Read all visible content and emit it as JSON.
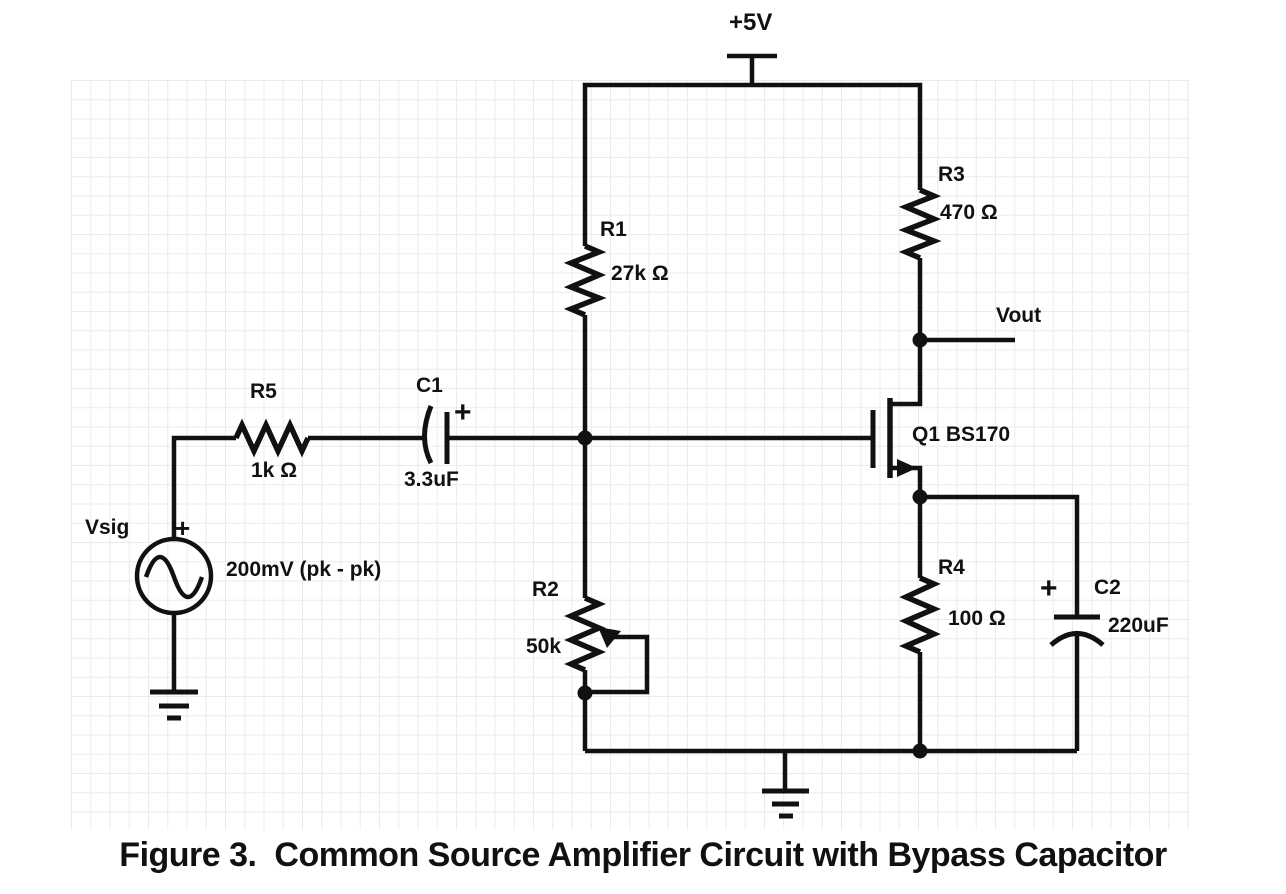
{
  "title_caption": "Figure 3.  Common Source Amplifier Circuit with Bypass Capacitor",
  "power": {
    "supply_label": "+5V"
  },
  "nodes": {
    "output_label": "Vout"
  },
  "signal_source": {
    "name": "Vsig",
    "polarity": "+",
    "value": "200mV (pk - pk)"
  },
  "components": {
    "r1": {
      "name": "R1",
      "value": "27k Ω"
    },
    "r2": {
      "name": "R2",
      "value": "50k"
    },
    "r3": {
      "name": "R3",
      "value": "470 Ω"
    },
    "r4": {
      "name": "R4",
      "value": "100 Ω"
    },
    "r5": {
      "name": "R5",
      "value": "1k Ω"
    },
    "c1": {
      "name": "C1",
      "polarity": "+",
      "value": "3.3uF"
    },
    "c2": {
      "name": "C2",
      "polarity": "+",
      "value": "220uF"
    },
    "q1": {
      "name": "Q1 BS170"
    }
  },
  "colors": {
    "wire": "#111111",
    "grid_line": "#ebebee",
    "background": "#ffffff",
    "text": "#111111"
  }
}
